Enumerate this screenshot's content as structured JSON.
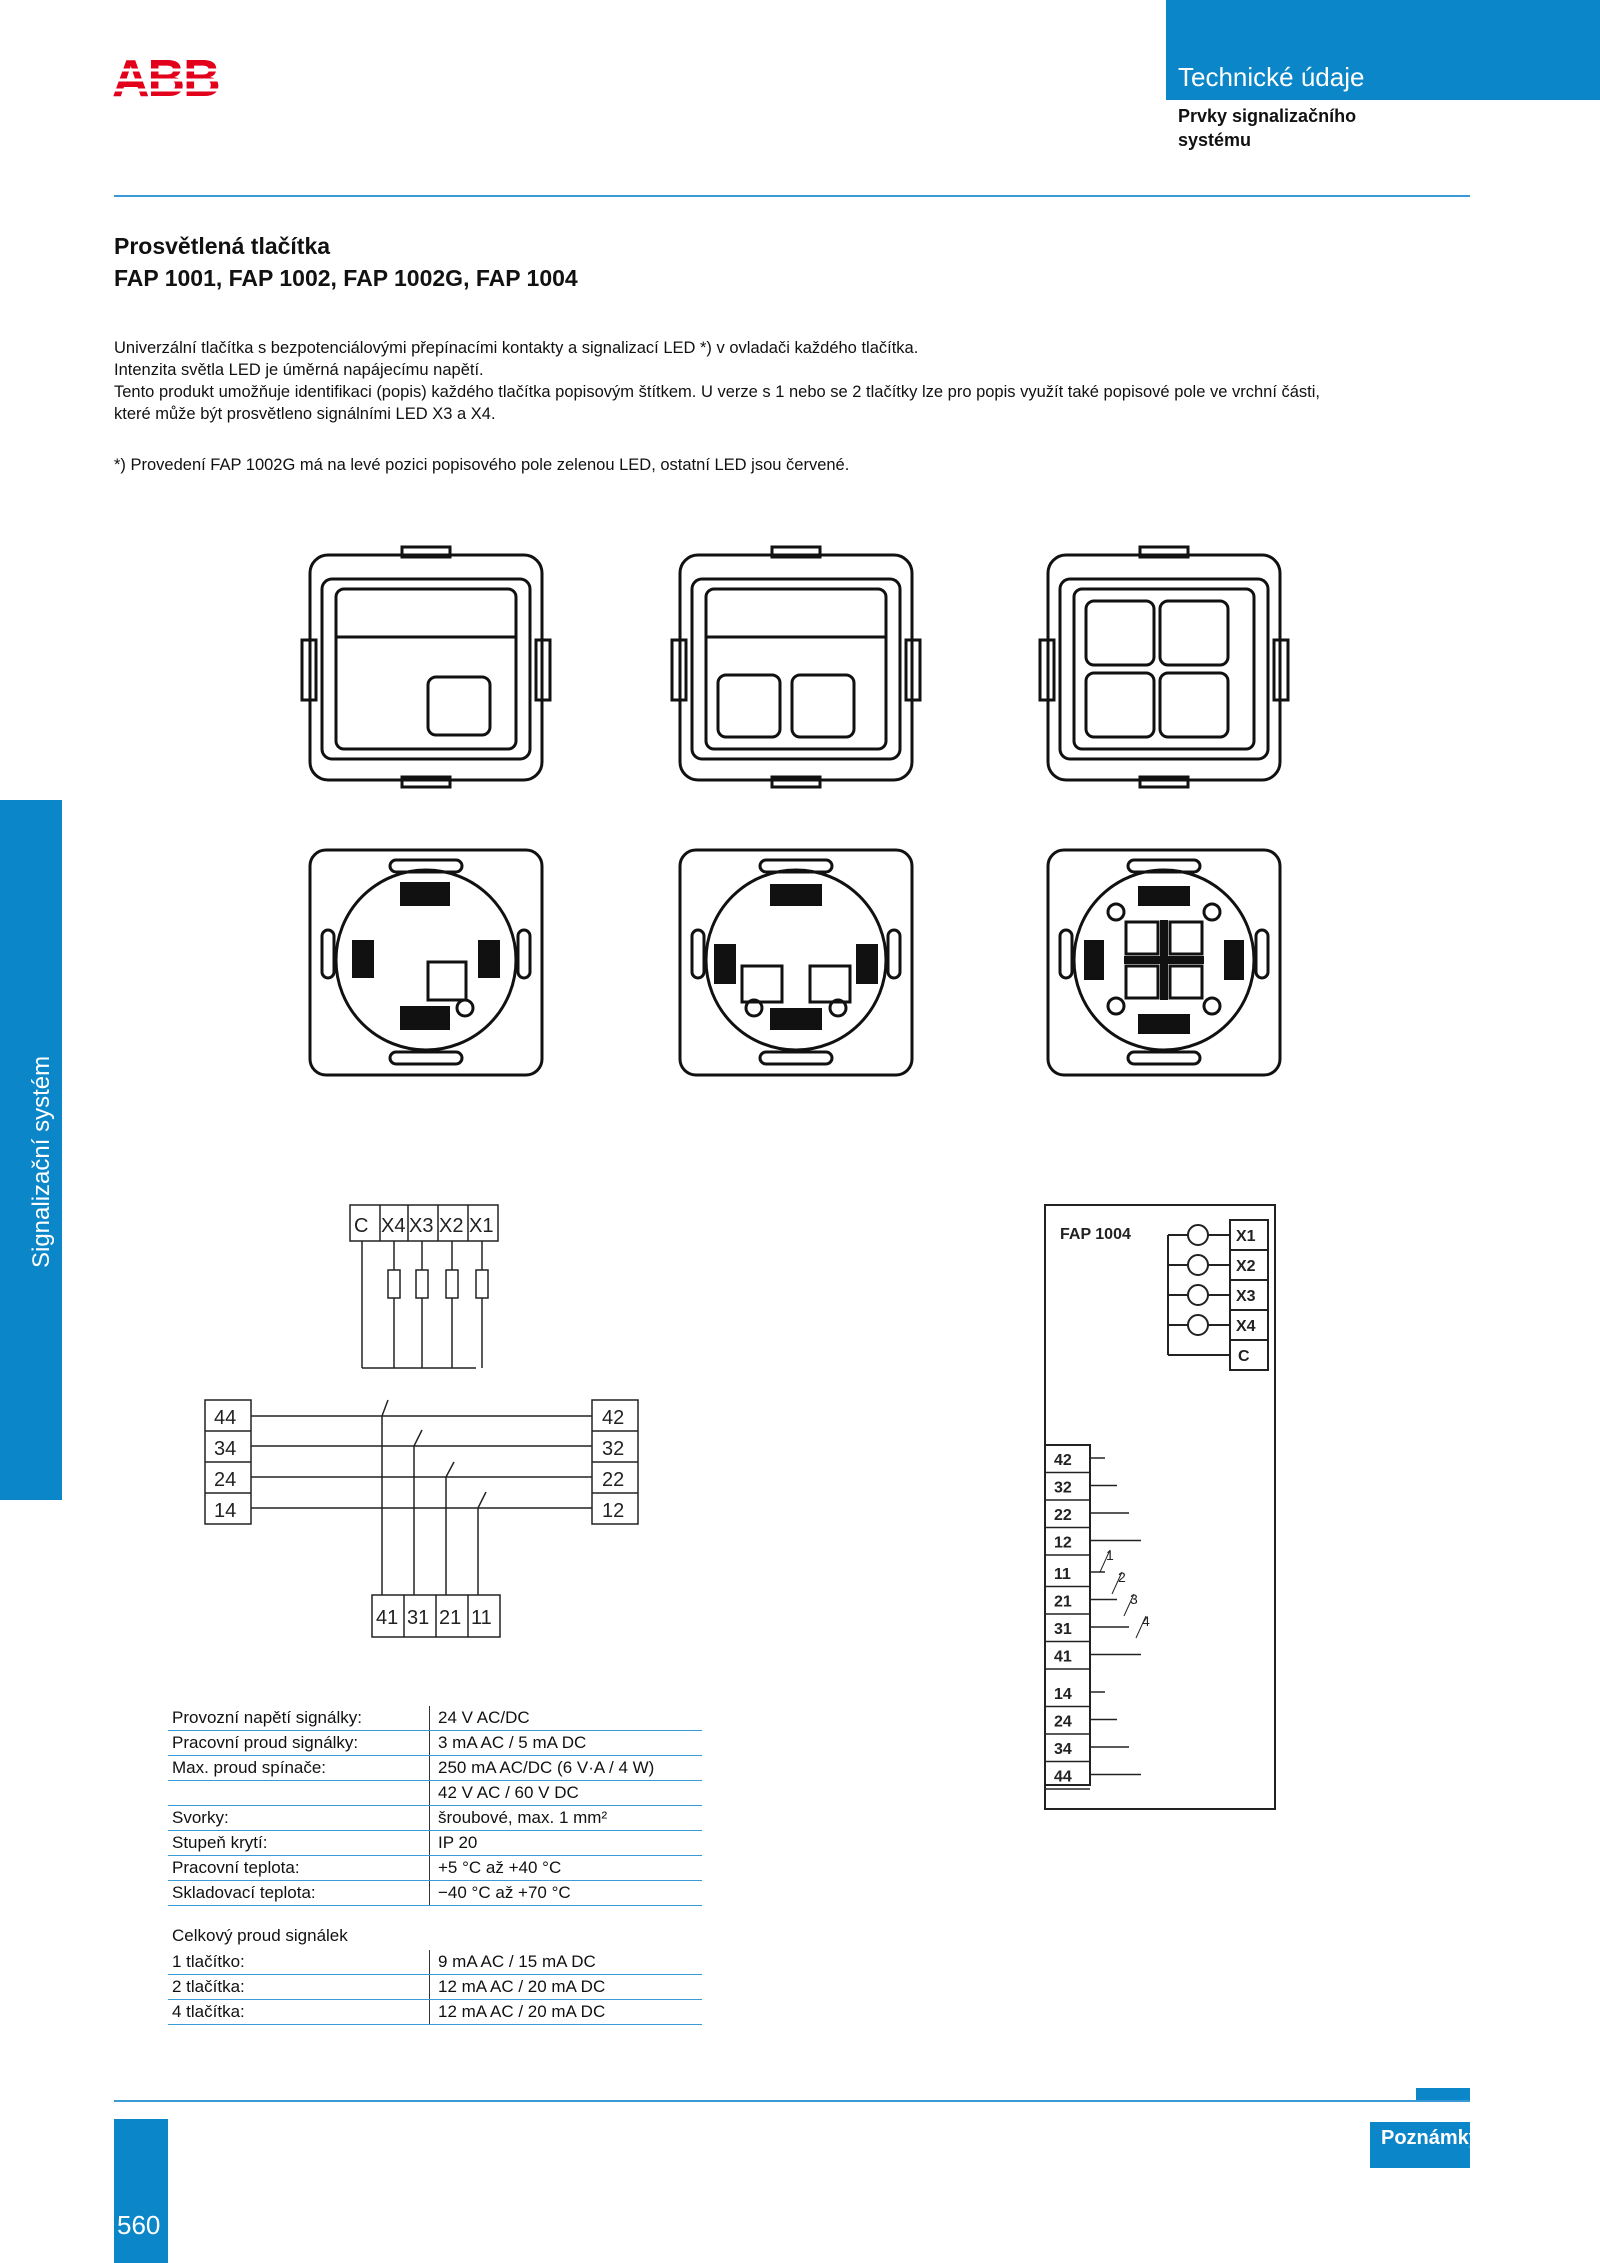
{
  "brand": {
    "logo_text": "ABB",
    "color": "#e2001a"
  },
  "header": {
    "title": "Technické údaje",
    "subtitle": "Prvky signalizačního systému",
    "accent": "#0b86c8"
  },
  "product": {
    "title_line1": "Prosvětlená tlačítka",
    "title_line2": "FAP 1001, FAP 1002,  FAP 1002G, FAP 1004"
  },
  "intro": [
    "Univerzální tlačítka s bezpotenciálovými přepínacími kontakty a signalizací LED *) v ovladači každého tlačítka.",
    "Intenzita světla LED je úměrná napájecímu napětí.",
    "Tento produkt umožňuje identifikaci (popis) každého tlačítka popisovým štítkem. U verze s 1 nebo se 2 tlačítky lze pro popis využít také popisové pole ve vrchní části,",
    "které může být prosvětleno signálními LED X3 a X4."
  ],
  "footnote": "*) Provedení FAP 1002G má na levé pozici popisového pole zelenou LED, ostatní LED jsou červené.",
  "side_label": "Signalizační systém",
  "diagram_left": {
    "top_terminals": [
      "C",
      "X4",
      "X3",
      "X2",
      "X1"
    ],
    "left_terminals": [
      "44",
      "34",
      "24",
      "14"
    ],
    "right_terminals": [
      "42",
      "32",
      "22",
      "12"
    ],
    "bottom_terminals": [
      "41",
      "31",
      "21",
      "11"
    ]
  },
  "diagram_right": {
    "model": "FAP 1004",
    "led_terminals": [
      "X1",
      "X2",
      "X3",
      "X4",
      "C"
    ],
    "terminals": [
      "42",
      "32",
      "22",
      "12",
      "11",
      "21",
      "31",
      "41",
      "14",
      "24",
      "34",
      "44"
    ],
    "switch_numbers": [
      "1",
      "2",
      "3",
      "4"
    ]
  },
  "specs": [
    {
      "label": "Provozní napětí signálky:",
      "value": "24 V AC/DC"
    },
    {
      "label": "Pracovní proud signálky:",
      "value": "3 mA AC / 5 mA DC"
    },
    {
      "label": "Max. proud spínače:",
      "value": "250 mA AC/DC (6 V·A / 4 W)"
    },
    {
      "label": "",
      "value": "42 V AC / 60 V DC"
    },
    {
      "label": "Svorky:",
      "value": "šroubové, max. 1 mm²"
    },
    {
      "label": "Stupeň krytí:",
      "value": "IP 20"
    },
    {
      "label": "Pracovní teplota:",
      "value": "+5 °C až +40 °C"
    },
    {
      "label": "Skladovací teplota:",
      "value": "−40 °C až +70 °C"
    }
  ],
  "signal_current": {
    "caption": "Celkový proud signálek",
    "rows": [
      {
        "label": "1 tlačítko:",
        "value": "9 mA AC / 15 mA DC"
      },
      {
        "label": "2 tlačítka:",
        "value": "12 mA AC / 20 mA DC"
      },
      {
        "label": "4 tlačítka:",
        "value": "12 mA AC / 20 mA DC"
      }
    ]
  },
  "footer": {
    "notes_label": "Poznámky",
    "page_number": "560"
  }
}
